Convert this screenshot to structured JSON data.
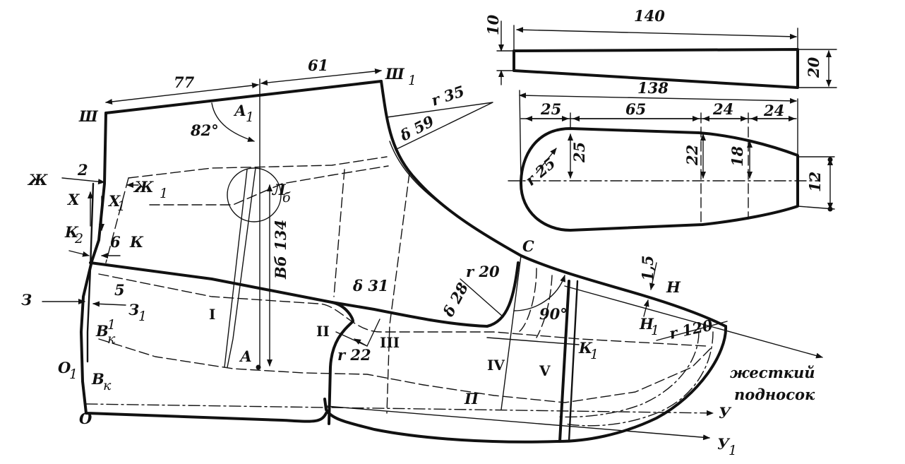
{
  "dimensions": {
    "d_77": "77",
    "d_61": "61",
    "r35": "r 35",
    "d59": "δ 59",
    "d134": "Вб 134",
    "d82": "82°",
    "d2": "2",
    "d6": "6",
    "d5": "5",
    "d31": "δ 31",
    "r22": "r 22",
    "r20": "r 20",
    "d28": "δ 28",
    "d90": "90°",
    "d15": "1,5",
    "r120": "r 120",
    "top140": "140",
    "top10": "10",
    "top20": "20",
    "top138": "138",
    "top25a": "25",
    "top65": "65",
    "top24a": "24",
    "top24b": "24",
    "top25v": "25",
    "top22": "22",
    "top18": "18",
    "top12": "12",
    "topr25": "r 25"
  },
  "points": {
    "Sh": "Ш",
    "Sh1": "Ш",
    "Sh1_sub": "1",
    "A1": "А",
    "A1_sub": "1",
    "Zh": "Ж",
    "Zh1": "Ж",
    "Zh1_sub": "1",
    "X": "Х",
    "X1": "Х",
    "X1_sub": "1",
    "Lb": "Л",
    "Lb_sub": "б",
    "K2": "К",
    "K2_sub": "2",
    "K": "К",
    "Z": "З",
    "Z1": "З",
    "Z1_sub": "1",
    "Bk1": "В",
    "Bk1_sub": "к",
    "Bk1_sup": "1",
    "O1": "О",
    "O1_sub": "1",
    "Bk": "В",
    "Bk_sub": "к",
    "O": "О",
    "A": "А",
    "C": "С",
    "H": "Н",
    "H1": "Н",
    "H1_sub": "1",
    "K1": "К",
    "K1_sub": "1",
    "P": "П",
    "Y": "У",
    "Y1": "У",
    "Y1_sub": "1"
  },
  "sections": {
    "I": "I",
    "II": "II",
    "III": "III",
    "IV": "IV",
    "V": "V"
  },
  "notes": {
    "toecap_line1": "жесткий",
    "toecap_line2": "подносок"
  }
}
